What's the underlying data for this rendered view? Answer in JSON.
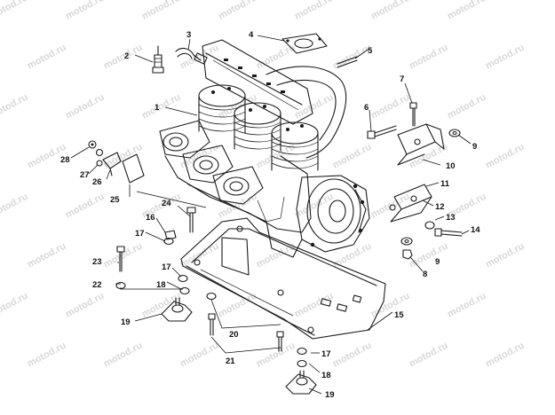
{
  "watermark": {
    "text": "motod.ru"
  },
  "colors": {
    "ink": "#1a1a1a",
    "watermark": "#d8d8d8",
    "background": "#ffffff"
  },
  "callouts": [
    {
      "id": "1",
      "label": "1"
    },
    {
      "id": "2",
      "label": "2"
    },
    {
      "id": "3",
      "label": "3"
    },
    {
      "id": "4",
      "label": "4"
    },
    {
      "id": "5",
      "label": "5"
    },
    {
      "id": "6",
      "label": "6"
    },
    {
      "id": "7",
      "label": "7"
    },
    {
      "id": "8",
      "label": "8"
    },
    {
      "id": "9a",
      "label": "9"
    },
    {
      "id": "9b",
      "label": "9"
    },
    {
      "id": "10",
      "label": "10"
    },
    {
      "id": "11",
      "label": "11"
    },
    {
      "id": "12",
      "label": "12"
    },
    {
      "id": "13",
      "label": "13"
    },
    {
      "id": "14",
      "label": "14"
    },
    {
      "id": "15",
      "label": "15"
    },
    {
      "id": "16",
      "label": "16"
    },
    {
      "id": "17a",
      "label": "17"
    },
    {
      "id": "17b",
      "label": "17"
    },
    {
      "id": "17c",
      "label": "17"
    },
    {
      "id": "18a",
      "label": "18"
    },
    {
      "id": "18b",
      "label": "18"
    },
    {
      "id": "19a",
      "label": "19"
    },
    {
      "id": "19b",
      "label": "19"
    },
    {
      "id": "20",
      "label": "20"
    },
    {
      "id": "21",
      "label": "21"
    },
    {
      "id": "22",
      "label": "22"
    },
    {
      "id": "23",
      "label": "23"
    },
    {
      "id": "24",
      "label": "24"
    },
    {
      "id": "25",
      "label": "25"
    },
    {
      "id": "26",
      "label": "26"
    },
    {
      "id": "27",
      "label": "27"
    },
    {
      "id": "28",
      "label": "28"
    }
  ]
}
